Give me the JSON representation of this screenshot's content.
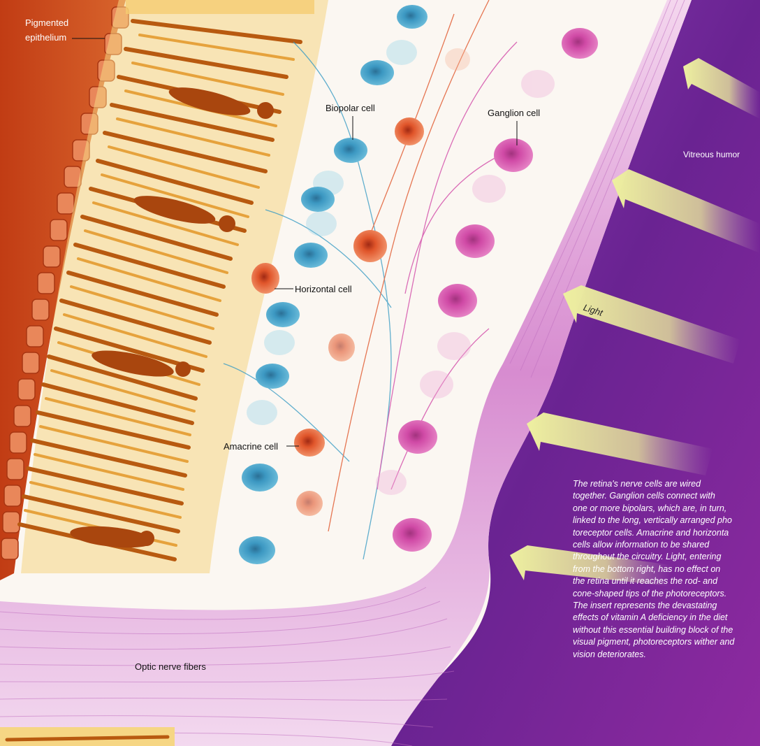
{
  "labels": {
    "pigmented_epithelium_line1": "Pigmented",
    "pigmented_epithelium_line2": "epithelium",
    "bipolar_cell": "Biopolar cell",
    "ganglion_cell": "Ganglion cell",
    "vitreous_humor": "Vitreous humor",
    "horizontal_cell": "Horizontal cell",
    "light": "Light",
    "amacrine_cell": "Amacrine cell",
    "optic_nerve_fibers": "Optic nerve fibers"
  },
  "caption_lines": [
    "The retina's nerve cells are wired",
    "together. Ganglion cells connect with",
    "one or more bipolars, which are, in turn,",
    "linked to the long, vertically arranged pho",
    "toreceptor cells. Amacrine and horizonta",
    "cells allow information to be shared",
    "throughout the circuitry. Light, entering",
    "from the bottom right, has no effect on",
    "the retina until it reaches the rod- and",
    "cone-shaped tips of the photoreceptors.",
    "The insert represents the devastating",
    "effects of vitamin A deficiency in the diet",
    "without this essential building block of the",
    "visual pigment, photoreceptors wither and",
    "vision deteriorates."
  ],
  "colors": {
    "epithelium": "#c9481c",
    "vitreous": "#7a2aa0",
    "bipolar": "#3a9cc4",
    "ganglion": "#d24aa8",
    "horizontal": "#e0552a",
    "arrow": "#e9ea9a"
  }
}
